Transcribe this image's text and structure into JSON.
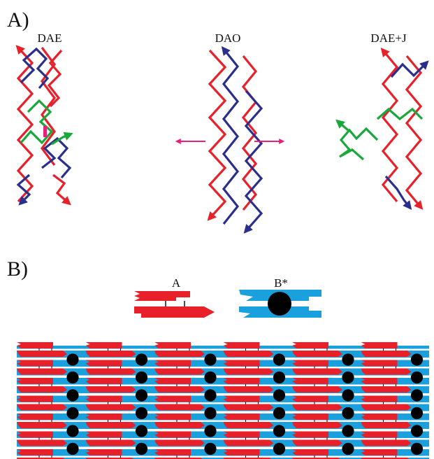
{
  "panel_a": {
    "label": "A)",
    "molecules": [
      {
        "name": "DAE"
      },
      {
        "name": "DAO"
      },
      {
        "name": "DAE+J"
      }
    ]
  },
  "panel_b": {
    "label": "B)",
    "tiles": [
      {
        "name": "A"
      },
      {
        "name": "B*"
      }
    ]
  },
  "colors": {
    "red_strand": "#e8202a",
    "blue_strand": "#2b2f8c",
    "green_strand": "#19a83c",
    "magenta_arrow": "#e8207a",
    "tile_red": "#e8202a",
    "tile_blue": "#1aa0dc",
    "dot": "#000000"
  }
}
